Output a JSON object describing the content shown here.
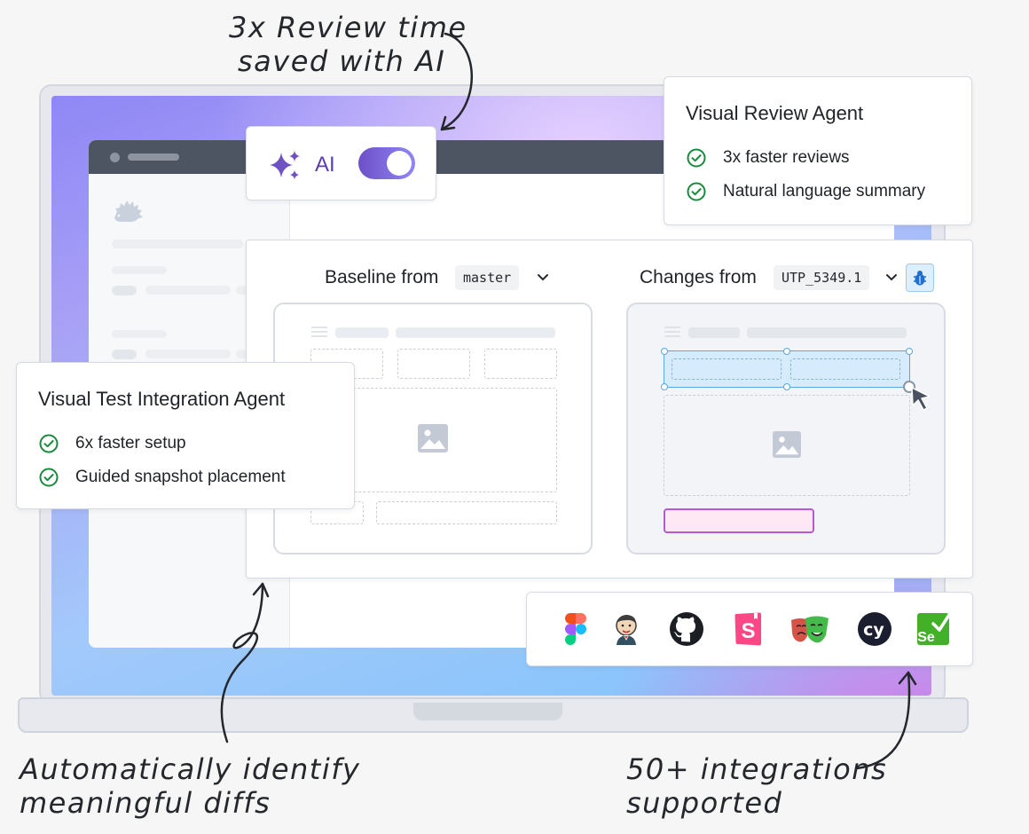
{
  "notes": {
    "top_line1": "3x Review time",
    "top_line2": "saved with AI",
    "bottom_left_line1": "Automatically identify",
    "bottom_left_line2": "meaningful diffs",
    "bottom_right_line1": "50+ integrations",
    "bottom_right_line2": "supported"
  },
  "ai_toggle": {
    "label": "AI",
    "enabled": true,
    "accent": "#7d5cc8"
  },
  "review_agent": {
    "title": "Visual Review Agent",
    "features": [
      "3x faster reviews",
      "Natural language summary"
    ]
  },
  "integration_agent": {
    "title": "Visual Test Integration Agent",
    "features": [
      "6x faster setup",
      "Guided snapshot placement"
    ]
  },
  "comparison": {
    "baseline_label": "Baseline from",
    "baseline_branch": "master",
    "changes_label": "Changes from",
    "changes_branch": "UTP_5349.1"
  },
  "integrations": [
    "figma-icon",
    "jenkins-icon",
    "github-icon",
    "storybook-icon",
    "playwright-icon",
    "cypress-icon",
    "selenium-icon"
  ],
  "colors": {
    "check": "#1a8a3e",
    "highlight_fill": "#d6ebfb",
    "highlight_border": "#58a6e6",
    "diff_fill": "#fde8f4",
    "diff_border": "#b45ad2"
  }
}
